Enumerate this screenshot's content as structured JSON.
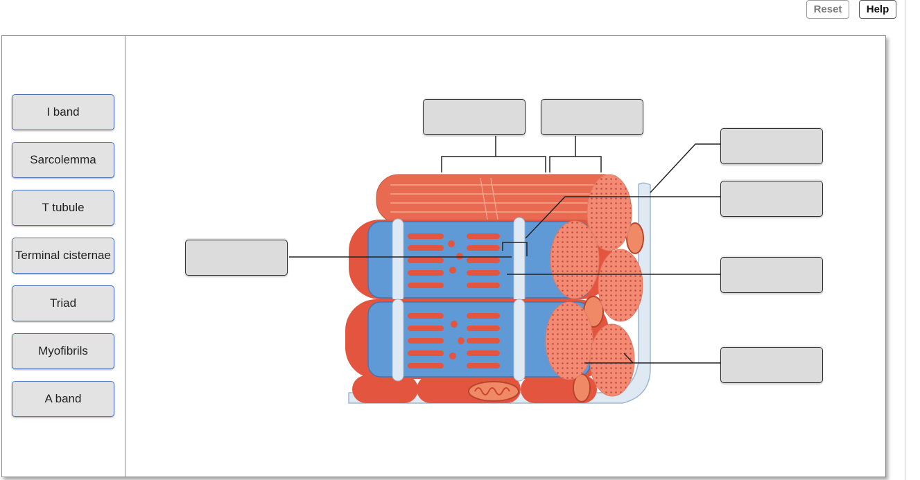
{
  "toolbar": {
    "reset_label": "Reset",
    "help_label": "Help"
  },
  "label_bank": [
    {
      "label": "I band"
    },
    {
      "label": "Sarcolemma"
    },
    {
      "label": "T tubule"
    },
    {
      "label": "Terminal cisternae"
    },
    {
      "label": "Triad"
    },
    {
      "label": "Myofibrils"
    },
    {
      "label": "A band"
    }
  ],
  "drop_targets": [
    {
      "value": ""
    },
    {
      "value": ""
    },
    {
      "value": ""
    },
    {
      "value": ""
    },
    {
      "value": ""
    },
    {
      "value": ""
    },
    {
      "value": ""
    },
    {
      "value": ""
    }
  ],
  "colors": {
    "muscle_red": "#e8604a",
    "reticulum_blue": "#5f9ad6",
    "tubule_white": "#dfe9f3",
    "chip_border": "#4a72b8"
  }
}
